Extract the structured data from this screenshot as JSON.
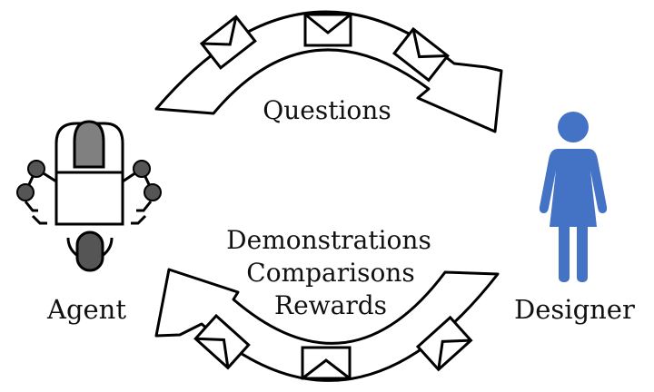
{
  "participants": {
    "agent": {
      "label": "Agent",
      "icon": "robot-icon"
    },
    "designer": {
      "label": "Designer",
      "icon": "person-icon",
      "color": "#4472C4"
    }
  },
  "top_flow": {
    "label": "Questions",
    "direction": "agent-to-designer",
    "envelope_count": 3
  },
  "bottom_flow": {
    "labels": [
      "Demonstrations",
      "Comparisons",
      "Rewards"
    ],
    "direction": "designer-to-agent",
    "envelope_count": 3
  },
  "colors": {
    "robot_head": "#808080",
    "robot_joints": "#555555",
    "outline": "#000000"
  }
}
